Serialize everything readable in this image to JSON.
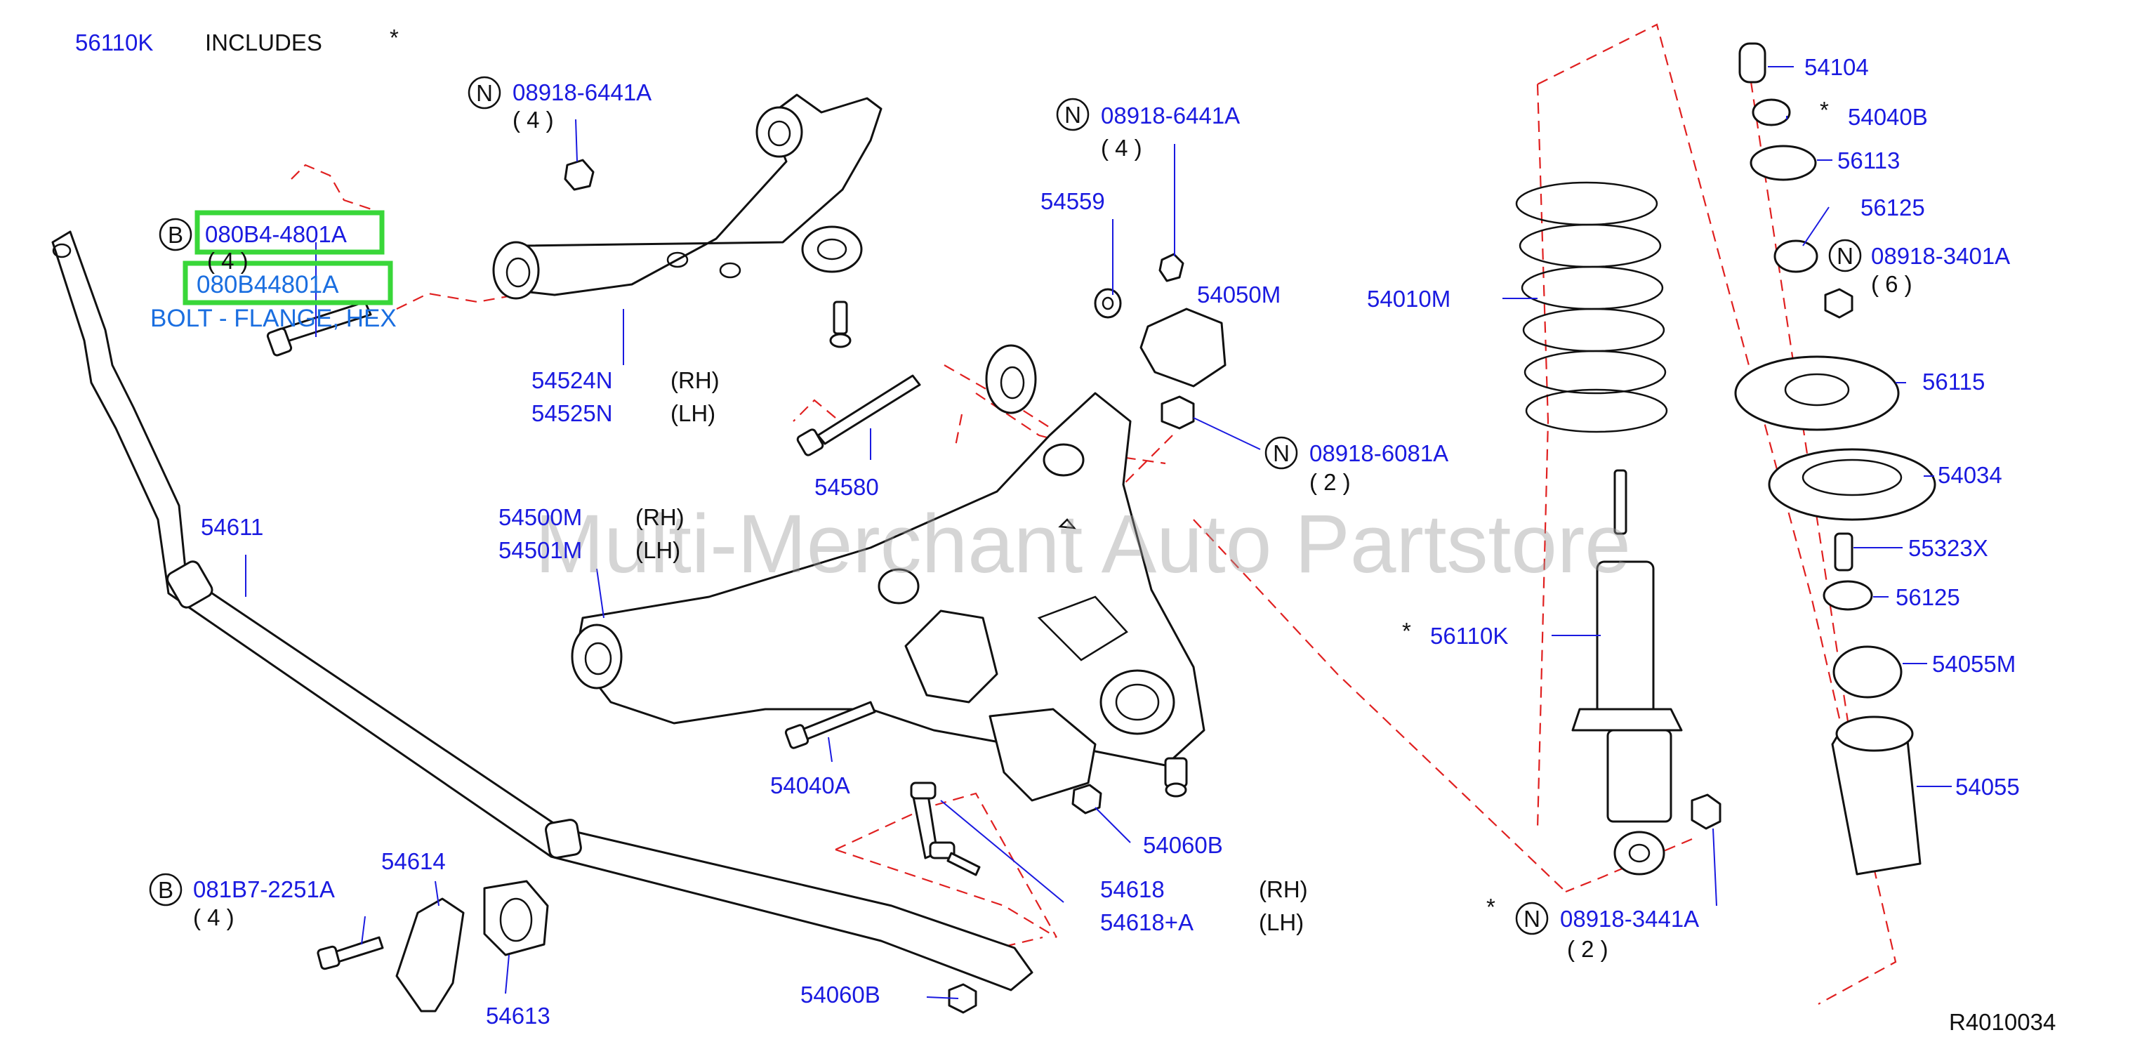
{
  "header": {
    "part": "56110K",
    "includes": "INCLUDES",
    "star": "*"
  },
  "watermark": "Multi-Merchant Auto Partstore",
  "diagram_code": "R4010034",
  "selected_part": {
    "line1": "080B4-4801A",
    "line2": "080B44801A",
    "description": "BOLT - FLANGE, HEX"
  },
  "labels": {
    "n1": "08918-6441A",
    "n1_qty": "( 4 )",
    "b_qty": "( 4 )",
    "p54524n": "54524N",
    "rh1": "(RH)",
    "p54525n": "54525N",
    "lh1": "(LH)",
    "p54611": "54611",
    "n2": "08918-6441A",
    "n2_qty": "( 4 )",
    "p54559": "54559",
    "p54050m": "54050M",
    "p54580": "54580",
    "n3": "08918-6081A",
    "n3_qty": "( 2 )",
    "p54500m": "54500M",
    "rh2": "(RH)",
    "p54501m": "54501M",
    "lh2": "(LH)",
    "p54040a": "54040A",
    "p54060b_1": "54060B",
    "p54618": "54618",
    "rh3": "(RH)",
    "p54618a": "54618+A",
    "lh3": "(LH)",
    "b2": "081B7-2251A",
    "b2_qty": "( 4 )",
    "p54614": "54614",
    "p54613": "54613",
    "p54060b_2": "54060B",
    "p54010m": "54010M",
    "star_56110k": "*",
    "p56110k": "56110K",
    "star_n4": "*",
    "n4": "08918-3441A",
    "n4_qty": "( 2 )",
    "p54104": "54104",
    "star_54040b": "*",
    "p54040b": "54040B",
    "p56113": "56113",
    "p56125_1": "56125",
    "n5": "08918-3401A",
    "n5_qty": "( 6 )",
    "p56115": "56115",
    "p54034": "54034",
    "p55323x": "55323X",
    "p56125_2": "56125",
    "p54055m": "54055M",
    "p54055": "54055"
  },
  "badges": {
    "n": "N",
    "b": "B"
  },
  "colors": {
    "label": "#1a1ae0",
    "highlight_box": "#39d739",
    "dashed_line": "#e02020",
    "selected_text": "#1a6ee0"
  }
}
